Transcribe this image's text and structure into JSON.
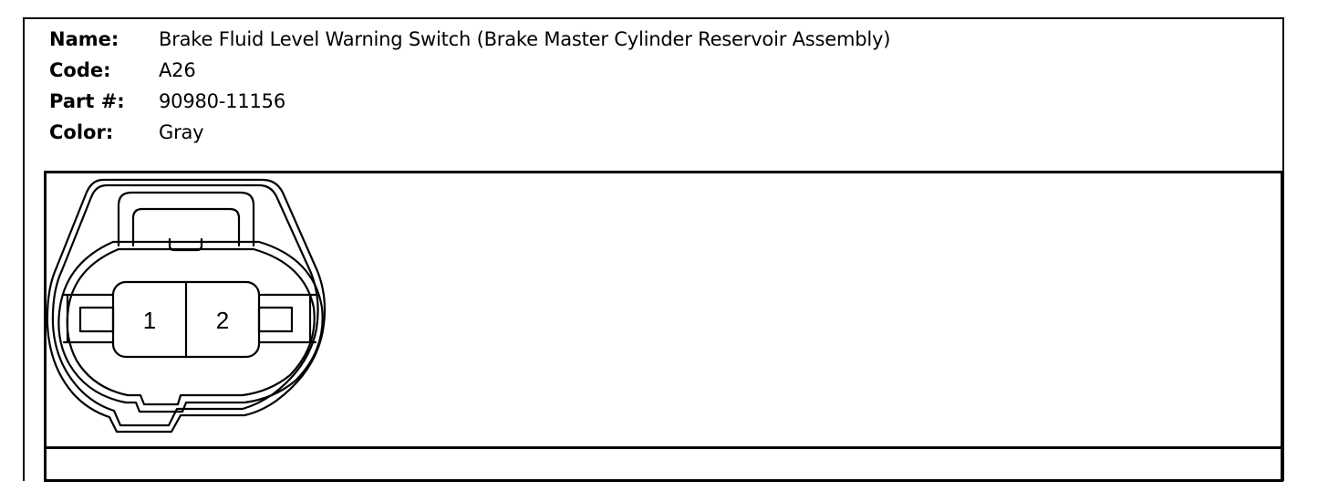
{
  "connector_info": {
    "name_label": "Name:",
    "name_value": "Brake Fluid Level Warning Switch (Brake Master Cylinder Reservoir Assembly)",
    "code_label": "Code:",
    "code_value": "A26",
    "part_label": "Part #:",
    "part_value": "90980-11156",
    "color_label": "Color:",
    "color_value": "Gray"
  },
  "connector_diagram": {
    "pins": [
      {
        "label": "1"
      },
      {
        "label": "2"
      }
    ]
  }
}
